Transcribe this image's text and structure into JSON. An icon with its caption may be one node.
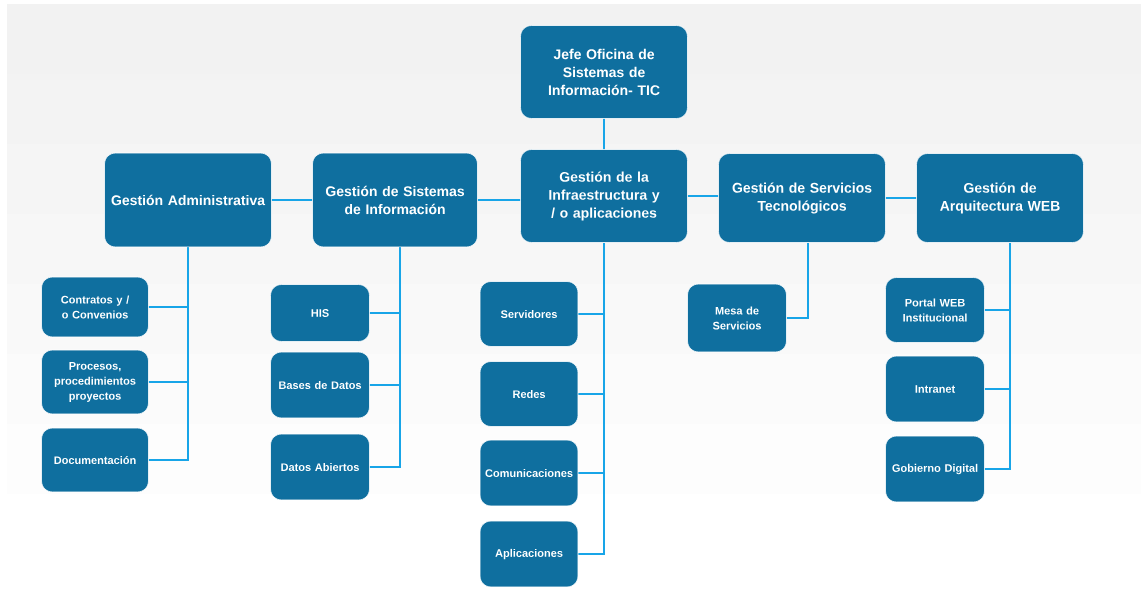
{
  "diagram": {
    "nodes": [
      {
        "text": [
          "Jefe Oficina de Sistemas de Información- TIC"
        ]
      },
      {
        "text": [
          "Gestión Administrativa"
        ]
      },
      {
        "text": [
          "Gestión de Sistemas de Información"
        ]
      },
      {
        "text": [
          "Gestión de la Infraestructura y / o aplicaciones"
        ]
      },
      {
        "text": [
          "Gestión de Servicios Tecnológicos"
        ]
      },
      {
        "text": [
          "Gestión de Arquitectura WEB"
        ]
      },
      {
        "text": [
          "Contratos y / o Convenios"
        ]
      },
      {
        "text": [
          "Procesos, procedimientos proyectos"
        ]
      },
      {
        "text": [
          "Documentación"
        ]
      },
      {
        "text": [
          "HIS"
        ]
      },
      {
        "text": [
          "Bases de Datos"
        ]
      },
      {
        "text": [
          "Datos Abiertos"
        ]
      },
      {
        "text": [
          "Servidores"
        ]
      },
      {
        "text": [
          "Redes"
        ]
      },
      {
        "text": [
          "Comunicaciones"
        ]
      },
      {
        "text": [
          "Aplicaciones"
        ]
      },
      {
        "text": [
          "Mesa de Servicios"
        ]
      },
      {
        "text": [
          "Portal WEB Institucional"
        ]
      },
      {
        "text": [
          "Intranet"
        ]
      },
      {
        "text": [
          "Gobierno Digital"
        ]
      }
    ],
    "edges": [
      {
        "from": 0,
        "to": 3,
        "arrow": "none"
      },
      {
        "from": 1,
        "to": 2,
        "arrow": "none"
      },
      {
        "from": 2,
        "to": 3,
        "arrow": "none"
      },
      {
        "from": 3,
        "to": 4,
        "arrow": "none"
      },
      {
        "from": 4,
        "to": 5,
        "arrow": "none"
      },
      {
        "from": 1,
        "to": 6,
        "arrow": "none"
      },
      {
        "from": 1,
        "to": 7,
        "arrow": "none"
      },
      {
        "from": 1,
        "to": 8,
        "arrow": "none"
      },
      {
        "from": 2,
        "to": 9,
        "arrow": "none"
      },
      {
        "from": 2,
        "to": 10,
        "arrow": "none"
      },
      {
        "from": 2,
        "to": 11,
        "arrow": "none"
      },
      {
        "from": 3,
        "to": 12,
        "arrow": "none"
      },
      {
        "from": 3,
        "to": 13,
        "arrow": "none"
      },
      {
        "from": 3,
        "to": 14,
        "arrow": "none"
      },
      {
        "from": 3,
        "to": 15,
        "arrow": "none"
      },
      {
        "from": 4,
        "to": 16,
        "arrow": "none"
      },
      {
        "from": 5,
        "to": 17,
        "arrow": "none"
      },
      {
        "from": 5,
        "to": 18,
        "arrow": "none"
      },
      {
        "from": 5,
        "to": 19,
        "arrow": "none"
      }
    ]
  }
}
